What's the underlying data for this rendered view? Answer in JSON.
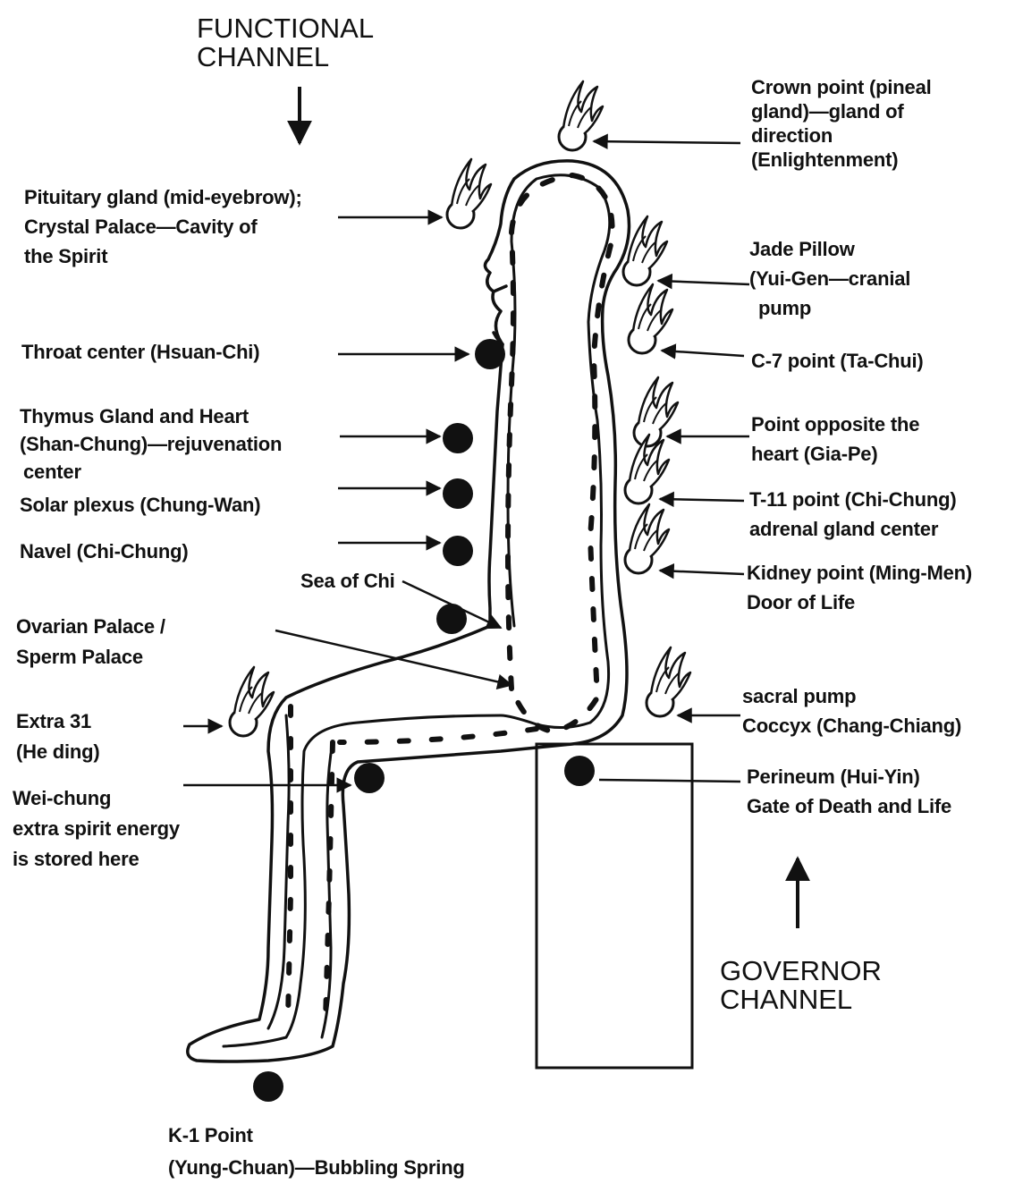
{
  "headings": {
    "functional": [
      "FUNCTIONAL",
      "CHANNEL"
    ],
    "governor": [
      "GOVERNOR",
      "CHANNEL"
    ]
  },
  "labels": {
    "crown": [
      "Crown point (pineal",
      "gland)—gland of",
      "direction",
      "(Enlightenment)"
    ],
    "pituitary": [
      "Pituitary gland (mid-eyebrow);",
      "Crystal Palace—Cavity of",
      "the Spirit"
    ],
    "jade": [
      "Jade Pillow",
      "(Yui-Gen—cranial",
      "pump"
    ],
    "throat": [
      "Throat center (Hsuan-Chi)"
    ],
    "c7": [
      "C-7 point (Ta-Chui)"
    ],
    "thymus": [
      "Thymus Gland and Heart",
      "(Shan-Chung)—rejuvenation",
      "center"
    ],
    "heart_opposite": [
      "Point opposite the",
      "heart (Gia-Pe)"
    ],
    "solar": [
      "Solar plexus (Chung-Wan)"
    ],
    "t11": [
      "T-11 point (Chi-Chung)",
      "adrenal gland center"
    ],
    "navel": [
      "Navel (Chi-Chung)"
    ],
    "kidney": [
      "Kidney point (Ming-Men)",
      "Door of Life"
    ],
    "sea": [
      "Sea of Chi"
    ],
    "ovarian": [
      "Ovarian Palace /",
      "Sperm Palace"
    ],
    "sacral": [
      "sacral pump",
      "Coccyx (Chang-Chiang)"
    ],
    "extra31": [
      "Extra 31",
      "(He ding)"
    ],
    "perineum": [
      "Perineum (Hui-Yin)",
      "Gate of Death and Life"
    ],
    "weichung": [
      "Wei-chung",
      "extra spirit energy",
      "is stored here"
    ],
    "k1": [
      "K-1 Point",
      "(Yung-Chuan)—Bubbling Spring"
    ]
  },
  "colors": {
    "ink": "#111111",
    "paper": "#ffffff"
  }
}
